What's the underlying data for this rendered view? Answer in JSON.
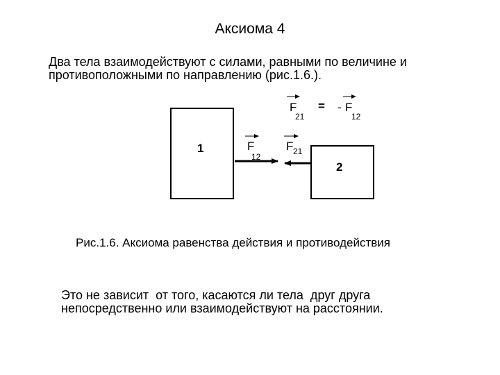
{
  "title": "Аксиома 4",
  "paragraph_1": {
    "line_1": "Два тела взаимодействуют с силами, равными по величине и",
    "line_2": "противоположными по направлению (рис.1.6.)."
  },
  "figure": {
    "equation": {
      "left_symbol": "F",
      "left_sub": "21",
      "equals": "=",
      "minus": "-",
      "right_symbol": "F",
      "right_sub": "12"
    },
    "body_1_label": "1",
    "body_2_label": "2",
    "force_1": {
      "symbol": "F",
      "sub": "12"
    },
    "force_2": {
      "symbol": "F",
      "sub": "21"
    }
  },
  "caption": "Рис.1.6. Аксиома равенства действия и противодействия",
  "paragraph_2": {
    "line_1": "Это не зависит  от того, касаются ли тела  друг друга",
    "line_2": "непосредственно или взаимодействуют на расстоянии."
  }
}
